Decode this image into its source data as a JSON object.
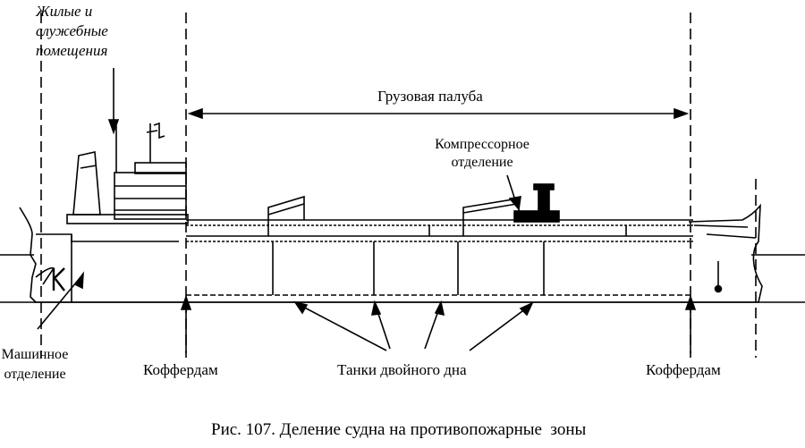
{
  "labels": {
    "living": [
      "Жилые и",
      "служебные",
      "помещения"
    ],
    "cargo_deck": "Грузовая палуба",
    "compressor": [
      "Компрессорное",
      "отделение"
    ],
    "engine_room": [
      "Машинное",
      "отделение"
    ],
    "cofferdam_left": "Коффердам",
    "double_bottom": "Танки двойного дна",
    "cofferdam_right": "Коффердам"
  },
  "caption": "Рис. 107. Деление судна на противопожарные  зоны",
  "colors": {
    "ink": "#000000",
    "paper": "#ffffff"
  }
}
